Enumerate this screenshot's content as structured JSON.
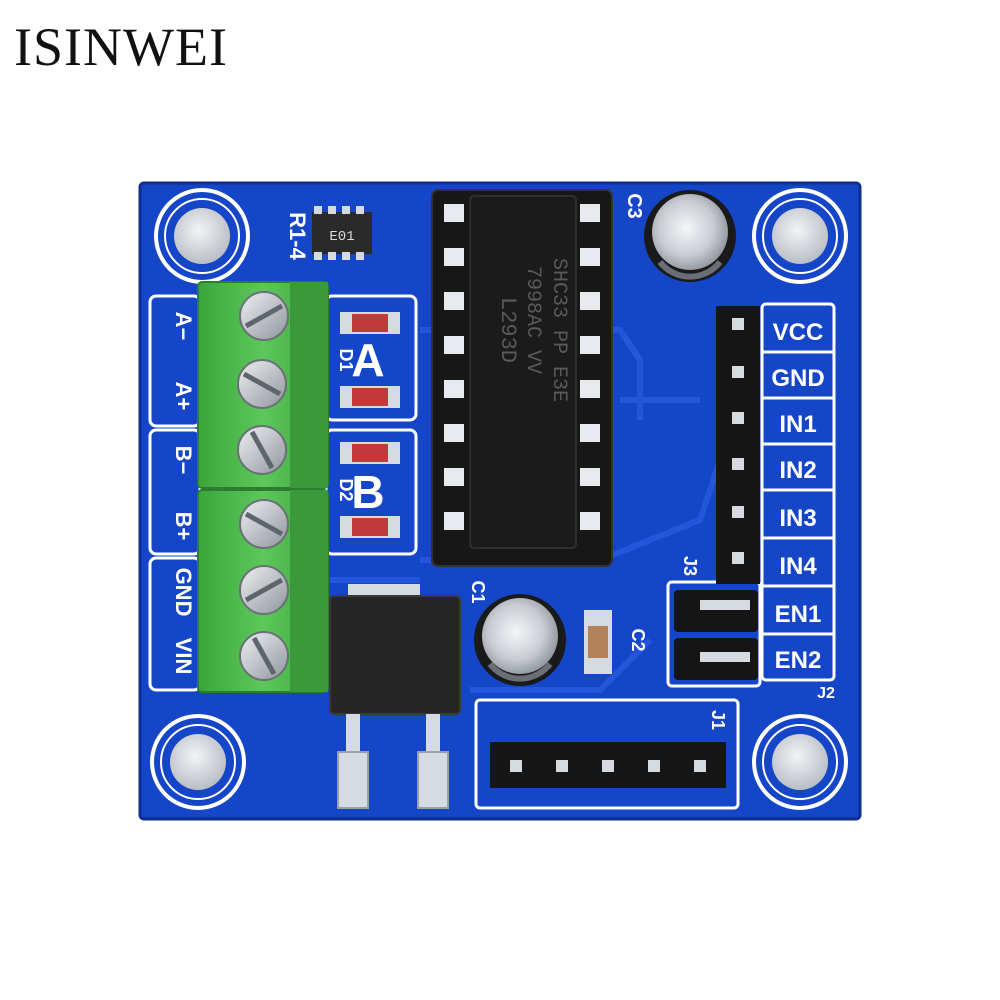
{
  "brand": "ISINWEI",
  "board": {
    "colors": {
      "pcb": "#1646c8",
      "terminal": "#49b948",
      "chip": "#1b1b1b",
      "pad": "#d6dbe2"
    },
    "chip": {
      "line1": "L293D",
      "line2": "7998AC VV",
      "line3": "SHC33 PP E3E"
    },
    "resistor_mark": "E01",
    "silk": {
      "r14": "R1-4",
      "c3": "C3",
      "c1": "C1",
      "c2": "C2",
      "d1": "D1",
      "d2": "D2",
      "motor_a": "A",
      "motor_b": "B",
      "j1": "J1",
      "j2": "J2",
      "j3": "J3"
    },
    "left_pins": [
      "A−",
      "A+",
      "B−",
      "B+",
      "GND",
      "VIN"
    ],
    "right_pins": [
      "VCC",
      "GND",
      "IN1",
      "IN2",
      "IN3",
      "IN4",
      "EN1",
      "EN2"
    ]
  }
}
